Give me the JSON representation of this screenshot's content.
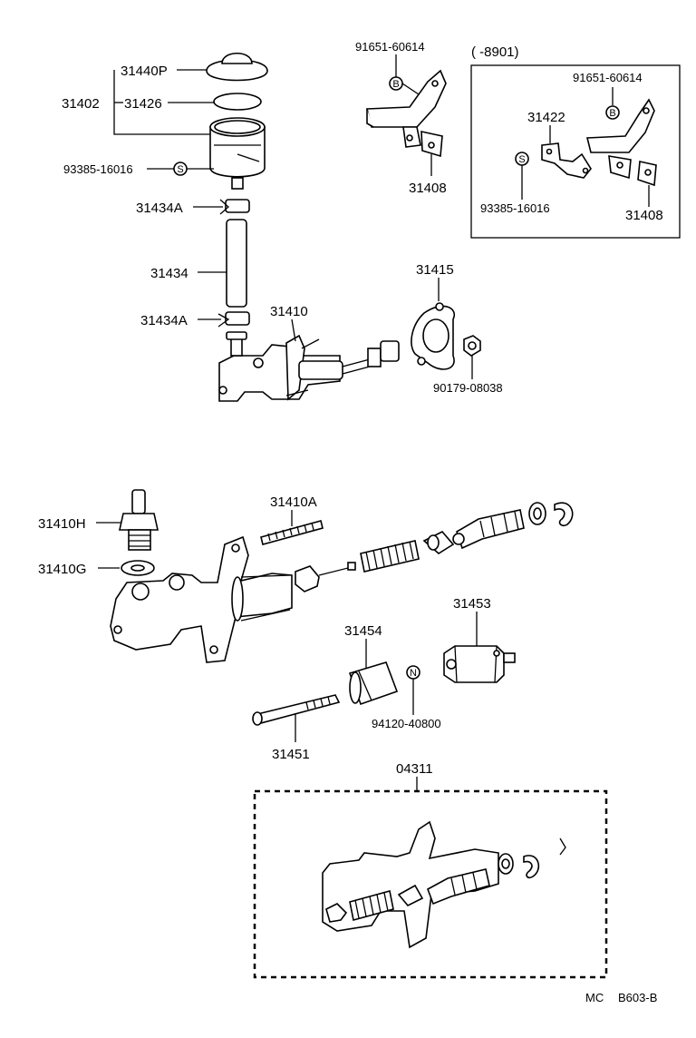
{
  "labels": {
    "p31440P": "31440P",
    "p31402": "31402",
    "p31426": "31426",
    "p93385a": "93385-16016",
    "p31434A_top": "31434A",
    "p31434": "31434",
    "p31434A_bot": "31434A",
    "p31410": "31410",
    "p31415": "31415",
    "p90179": "90179-08038",
    "p91651a": "91651-60614",
    "p31408a": "31408",
    "inset_range": "(      -8901)",
    "p91651b": "91651-60614",
    "p31422": "31422",
    "p93385b": "93385-16016",
    "p31408b": "31408",
    "p31410H": "31410H",
    "p31410G": "31410G",
    "p31410A": "31410A",
    "p31453": "31453",
    "p31454": "31454",
    "p94120": "94120-40800",
    "p31451": "31451",
    "p04311": "04311",
    "footer_mc": "MC",
    "footer_code": "B603-B"
  },
  "symbols": {
    "s": "S",
    "b": "B",
    "n": "N"
  }
}
